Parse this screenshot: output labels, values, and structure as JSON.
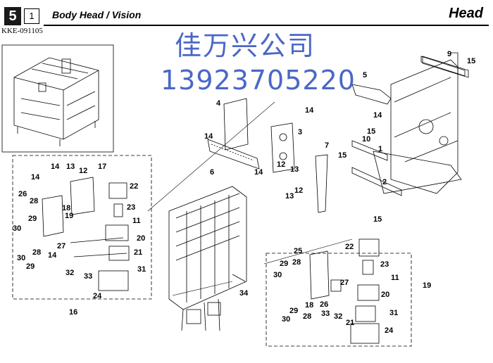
{
  "header": {
    "section_number": "5",
    "page_number": "1",
    "title": "Body Head / Vision",
    "category": "Head",
    "doc_id": "KKE-091105"
  },
  "watermark": {
    "line1": "佳万兴公司",
    "line2": "13923705220"
  },
  "callouts": {
    "c1": "1",
    "c2": "2",
    "c3": "3",
    "c4": "4",
    "c5": "5",
    "c6": "6",
    "c7": "7",
    "c9": "9",
    "c10": "10",
    "c11": "11",
    "c11b": "11",
    "c12": "12",
    "c12b": "12",
    "c12c": "12",
    "c13": "13",
    "c13b": "13",
    "c13c": "13",
    "c14a": "14",
    "c14b": "14",
    "c14c": "14",
    "c14d": "14",
    "c14e": "14",
    "c14f": "14",
    "c14g": "14",
    "c15a": "15",
    "c15b": "15",
    "c15c": "15",
    "c15d": "15",
    "c16": "16",
    "c17": "17",
    "c18": "18",
    "c18b": "18",
    "c19": "19",
    "c19b": "19",
    "c20": "20",
    "c20b": "20",
    "c21": "21",
    "c21b": "21",
    "c22": "22",
    "c22b": "22",
    "c23": "23",
    "c23b": "23",
    "c24": "24",
    "c24b": "24",
    "c25": "25",
    "c26": "26",
    "c26b": "26",
    "c27": "27",
    "c27b": "27",
    "c28": "28",
    "c28b": "28",
    "c28c": "28",
    "c28d": "28",
    "c29": "29",
    "c29b": "29",
    "c29c": "29",
    "c29d": "29",
    "c30": "30",
    "c30b": "30",
    "c30c": "30",
    "c30d": "30",
    "c31": "31",
    "c31b": "31",
    "c32": "32",
    "c32b": "32",
    "c33": "33",
    "c33b": "33",
    "c34": "34"
  }
}
